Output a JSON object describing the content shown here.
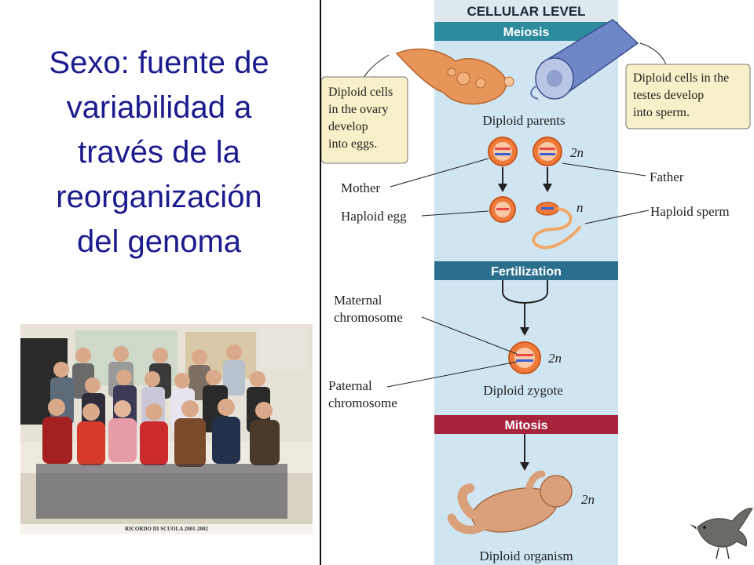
{
  "slide": {
    "title_lines": [
      "Sexo: fuente de",
      "variabilidad a",
      "través de la",
      "reorganización",
      "del genoma"
    ]
  },
  "photo": {
    "caption": "RICORDO DI SCUOLA 2001-2002"
  },
  "diagram": {
    "header": "CELLULAR LEVEL",
    "sections": {
      "meiosis": "Meiosis",
      "fertilization": "Fertilization",
      "mitosis": "Mitosis"
    },
    "callouts": {
      "ovary": [
        "Diploid cells",
        "in the ovary",
        "develop",
        "into eggs."
      ],
      "testes": [
        "Diploid cells in the",
        "testes develop",
        "into sperm."
      ]
    },
    "labels": {
      "diploid_parents": "Diploid parents",
      "two_n": "2n",
      "n": "n",
      "mother": "Mother",
      "father": "Father",
      "haploid_egg": "Haploid egg",
      "haploid_sperm": "Haploid sperm",
      "maternal_chromosome": [
        "Maternal",
        "chromosome"
      ],
      "paternal_chromosome": [
        "Paternal",
        "chromosome"
      ],
      "diploid_zygote": "Diploid zygote",
      "diploid_organism": "Diploid organism"
    },
    "colors": {
      "column": "#cfe6f2",
      "meiosis_band": "#2d8b9e",
      "fertilization_band": "#2b6f8f",
      "mitosis_band": "#a8243c",
      "cell_orange": "#f07a3a",
      "maternal": "#e84848",
      "paternal": "#3a5fd0"
    }
  }
}
